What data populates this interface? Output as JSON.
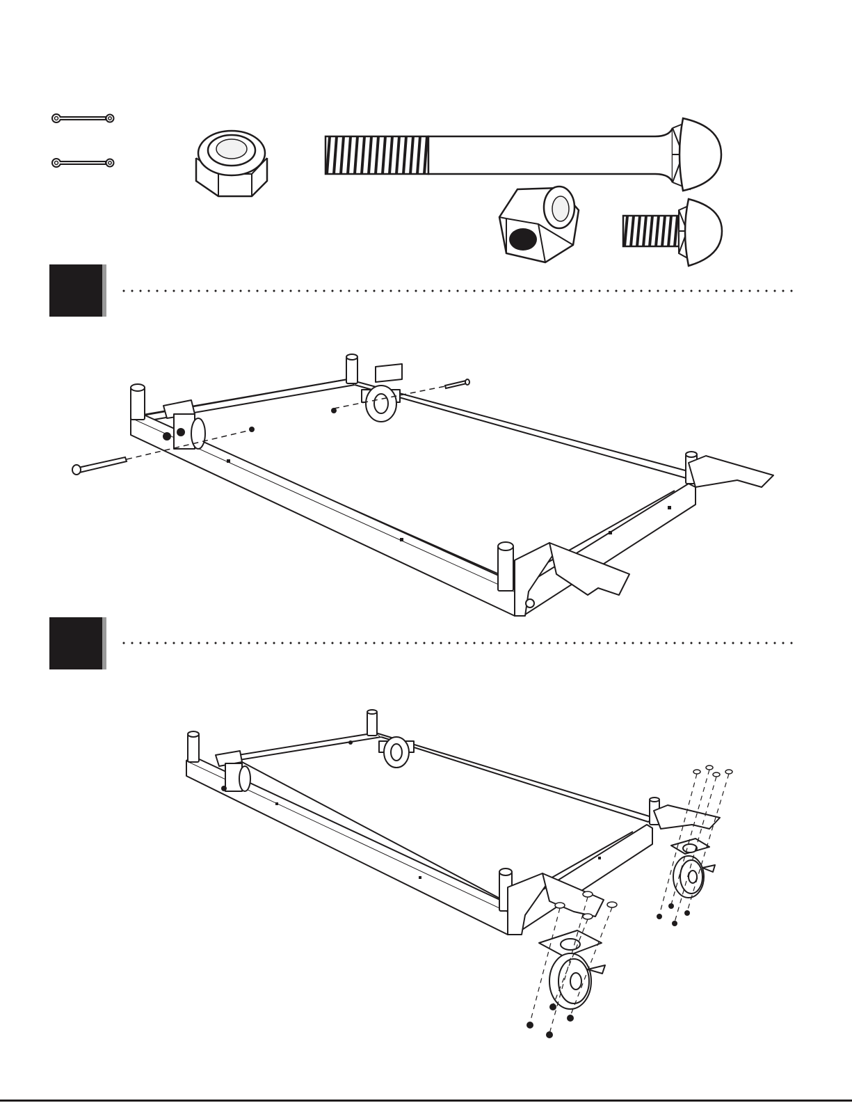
{
  "document": {
    "type": "assembly-instructions-page",
    "text_visible": false
  },
  "hardware_preview": {
    "items": [
      {
        "name": "cotter-pin",
        "count_shown": 2
      },
      {
        "name": "nylon-lock-nut-large"
      },
      {
        "name": "carriage-bolt-long"
      },
      {
        "name": "nylon-lock-nut-small"
      },
      {
        "name": "carriage-bolt-short"
      }
    ]
  },
  "steps": [
    {
      "id": "step-1",
      "number": "",
      "illustration": "frame-with-pulley-wheels-and-bolts"
    },
    {
      "id": "step-2",
      "number": "",
      "illustration": "frame-with-caster-wheels-attached"
    }
  ],
  "colors": {
    "ink": "#1e1b1c",
    "step_box": "#1e1b1c",
    "step_box_edge": "#9a9a9a",
    "paper": "#ffffff"
  }
}
